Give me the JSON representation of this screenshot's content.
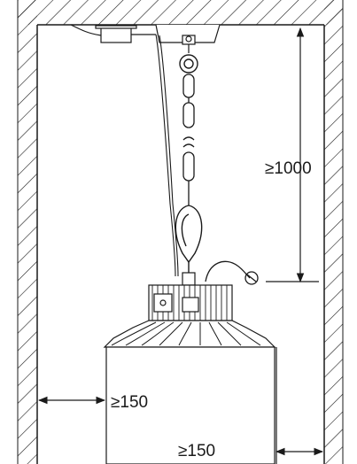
{
  "dimensions": {
    "ceiling_clearance": "≥1000",
    "left_wall_clearance": "≥150",
    "right_wall_clearance": "≥150"
  },
  "colors": {
    "line": "#1a1a1a",
    "background": "#ffffff"
  },
  "icons": {
    "mounting_hook": "eye-bolt-icon",
    "chain": "chain-icon",
    "carabiner": "snap-hook-icon",
    "fixture": "high-bay-light-icon",
    "cable_gland": "cable-gland-icon"
  }
}
